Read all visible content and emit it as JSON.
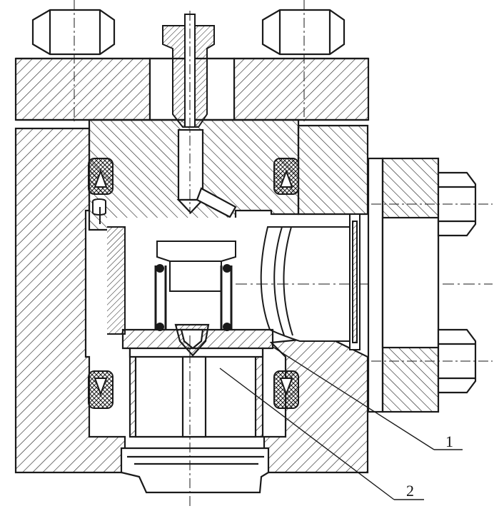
{
  "callouts": [
    {
      "id": "1",
      "text": "1"
    },
    {
      "id": "2",
      "text": "2"
    }
  ],
  "colors": {
    "ink": "#1a1a1a",
    "paper": "#ffffff"
  }
}
